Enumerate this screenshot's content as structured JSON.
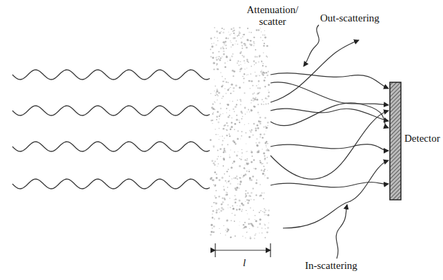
{
  "diagram": {
    "nodes": [
      {
        "text": [
          "Detector"
        ]
      }
    ],
    "labels": [
      "Attenuation/ scatter",
      "Out-scattering",
      "In-scattering",
      "l"
    ]
  }
}
